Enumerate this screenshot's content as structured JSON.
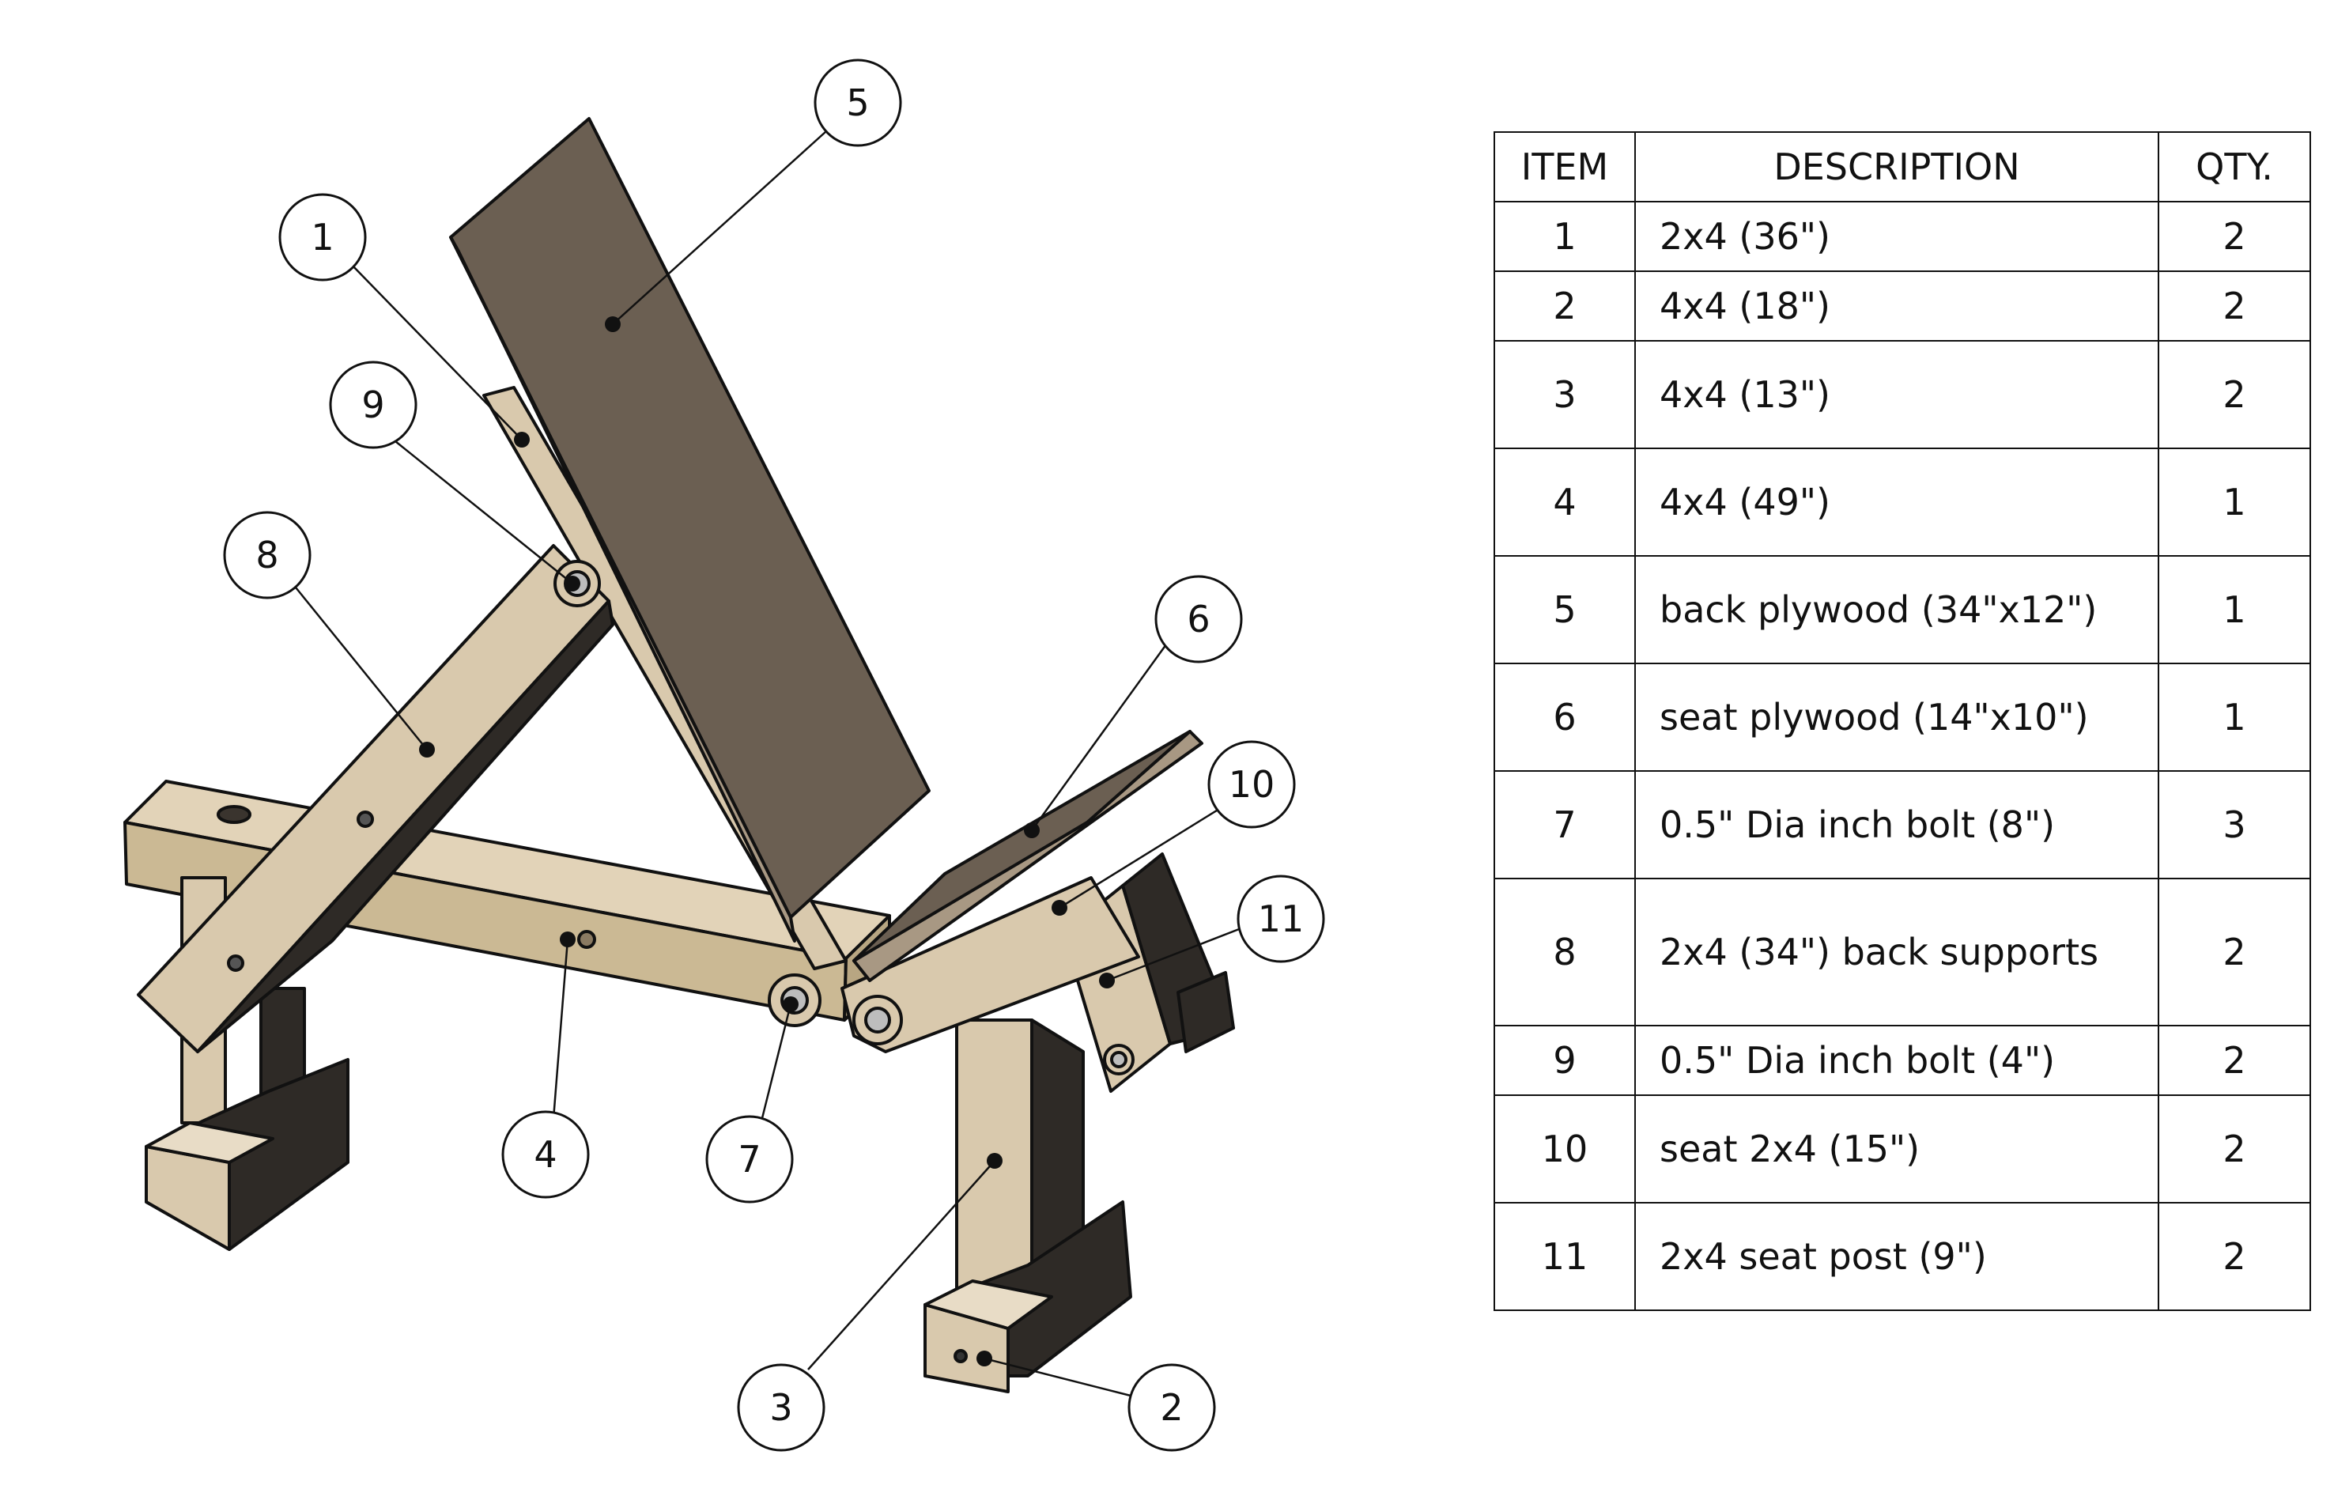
{
  "bom": {
    "headers": {
      "item": "ITEM",
      "description": "DESCRIPTION",
      "qty": "QTY."
    },
    "rows": [
      {
        "item": "1",
        "description": "2x4 (36\")",
        "qty": "2"
      },
      {
        "item": "2",
        "description": "4x4 (18\")",
        "qty": "2"
      },
      {
        "item": "3",
        "description": "4x4 (13\")",
        "qty": "2"
      },
      {
        "item": "4",
        "description": "4x4 (49\")",
        "qty": "1"
      },
      {
        "item": "5",
        "description": "back plywood (34\"x12\")",
        "qty": "1"
      },
      {
        "item": "6",
        "description": "seat plywood (14\"x10\")",
        "qty": "1"
      },
      {
        "item": "7",
        "description": "0.5\" Dia inch bolt (8\")",
        "qty": "3"
      },
      {
        "item": "8",
        "description": "2x4 (34\") back supports",
        "qty": "2"
      },
      {
        "item": "9",
        "description": "0.5\" Dia inch bolt (4\")",
        "qty": "2"
      },
      {
        "item": "10",
        "description": "seat 2x4 (15\")",
        "qty": "2"
      },
      {
        "item": "11",
        "description": "2x4 seat post (9\")",
        "qty": "2"
      }
    ]
  },
  "balloons": [
    "1",
    "2",
    "3",
    "4",
    "5",
    "6",
    "7",
    "8",
    "9",
    "10",
    "11"
  ],
  "colors": {
    "wood_light": "#d9c9ad",
    "wood_mid": "#bfae90",
    "wood_shadow": "#2e2a26",
    "plywood": "#6b5f52",
    "plywood_edge": "#a89883",
    "line": "#111111"
  }
}
